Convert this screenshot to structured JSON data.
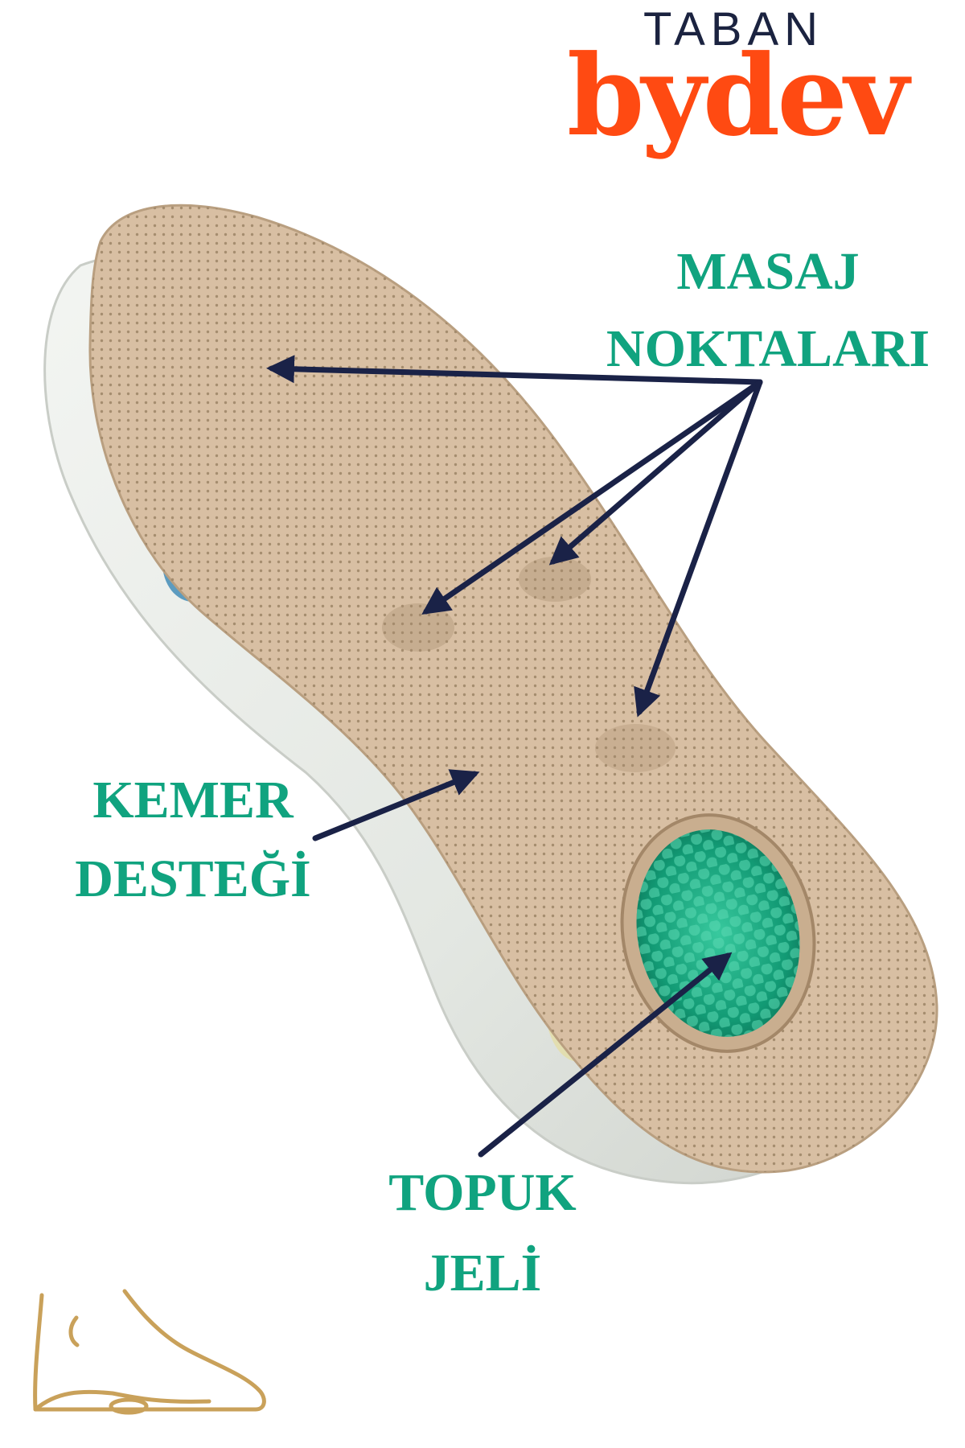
{
  "brand": {
    "top_text": "TABAN",
    "main_text": "bydev",
    "top_color": "#1b2340",
    "main_color": "#ff4a12"
  },
  "labels": {
    "massage_points": {
      "line1": "MASAJ",
      "line2": "NOKTALARI"
    },
    "arch_support": {
      "line1": "KEMER",
      "line2": "DESTEĞİ"
    },
    "heel_gel": {
      "line1": "TOPUK",
      "line2": "JELİ"
    }
  },
  "colors": {
    "label_color": "#10a37f",
    "arrow_color": "#1a2247",
    "insole_top": "#d8bfa3",
    "insole_foam": "#e8ebe6",
    "gel": "#1fae87",
    "foot_icon": "#c9a15a"
  },
  "icons": {
    "foot": "foot-outline-icon"
  }
}
